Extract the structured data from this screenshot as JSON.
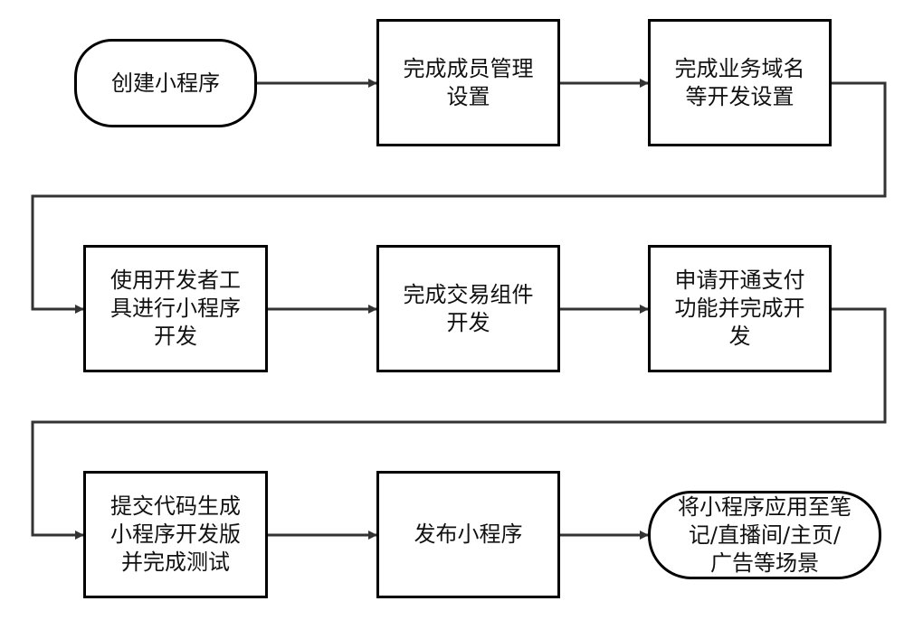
{
  "nodes": [
    {
      "id": "start",
      "shape": "terminal",
      "text": "创建小程序"
    },
    {
      "id": "n2",
      "shape": "process",
      "text": "完成成员管理\n设置"
    },
    {
      "id": "n3",
      "shape": "process",
      "text": "完成业务域名\n等开发设置"
    },
    {
      "id": "n4",
      "shape": "process",
      "text": "使用开发者工\n具进行小程序\n开发"
    },
    {
      "id": "n5",
      "shape": "process",
      "text": "完成交易组件\n开发"
    },
    {
      "id": "n6",
      "shape": "process",
      "text": "申请开通支付\n功能并完成开\n发"
    },
    {
      "id": "n7",
      "shape": "process",
      "text": "提交代码生成\n小程序开发版\n并完成测试"
    },
    {
      "id": "n8",
      "shape": "process",
      "text": "发布小程序"
    },
    {
      "id": "end",
      "shape": "terminal",
      "text": "将小程序应用至笔\n记/直播间/主页/\n广告等场景"
    }
  ],
  "edges": [
    {
      "from": "start",
      "to": "n2"
    },
    {
      "from": "n2",
      "to": "n3"
    },
    {
      "from": "n3",
      "to": "n4"
    },
    {
      "from": "n4",
      "to": "n5"
    },
    {
      "from": "n5",
      "to": "n6"
    },
    {
      "from": "n6",
      "to": "n7"
    },
    {
      "from": "n7",
      "to": "n8"
    },
    {
      "from": "n8",
      "to": "end"
    }
  ]
}
